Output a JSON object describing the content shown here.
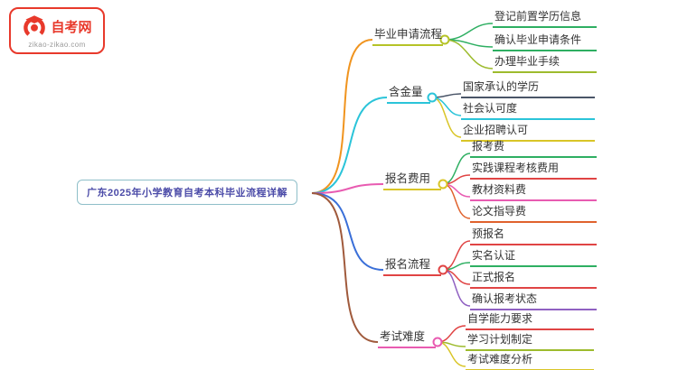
{
  "logo": {
    "title": "自考网",
    "domain": "zikao-zikao.com",
    "brand_color": "#e8392b"
  },
  "center": {
    "label": "广东2025年小学教育自考本科毕业流程详解",
    "text_color": "#4b4ba8",
    "border_color": "#8fbfc9"
  },
  "branches": [
    {
      "label": "毕业申请流程",
      "curve_color": "#f0941f",
      "node_color": "#b5c327",
      "children": [
        {
          "label": "登记前置学历信息",
          "color": "#2eaf62"
        },
        {
          "label": "确认毕业申请条件",
          "color": "#2eaf62"
        },
        {
          "label": "办理毕业手续",
          "color": "#9dbb2d"
        }
      ]
    },
    {
      "label": "含金量",
      "curve_color": "#2bc4d9",
      "node_color": "#2bc4d9",
      "children": [
        {
          "label": "国家承认的学历",
          "color": "#4a5568"
        },
        {
          "label": "社会认可度",
          "color": "#2bc4d9"
        },
        {
          "label": "企业招聘认可",
          "color": "#d9c527"
        }
      ]
    },
    {
      "label": "报名费用",
      "curve_color": "#e85bb1",
      "node_color": "#d9c527",
      "children": [
        {
          "label": "报考费",
          "color": "#2eaf62"
        },
        {
          "label": "实践课程考核费用",
          "color": "#e04444"
        },
        {
          "label": "教材资料费",
          "color": "#e85bb1"
        },
        {
          "label": "论文指导费",
          "color": "#e0622d"
        }
      ]
    },
    {
      "label": "报名流程",
      "curve_color": "#3a6fd8",
      "node_color": "#e04444",
      "children": [
        {
          "label": "预报名",
          "color": "#e04444"
        },
        {
          "label": "实名认证",
          "color": "#2eaf62"
        },
        {
          "label": "正式报名",
          "color": "#e04444"
        },
        {
          "label": "确认报考状态",
          "color": "#9061c2"
        }
      ]
    },
    {
      "label": "考试难度",
      "curve_color": "#a05a3c",
      "node_color": "#e85bb1",
      "children": [
        {
          "label": "自学能力要求",
          "color": "#e04444"
        },
        {
          "label": "学习计划制定",
          "color": "#9dbb2d"
        },
        {
          "label": "考试难度分析",
          "color": "#d9c527"
        }
      ]
    }
  ]
}
